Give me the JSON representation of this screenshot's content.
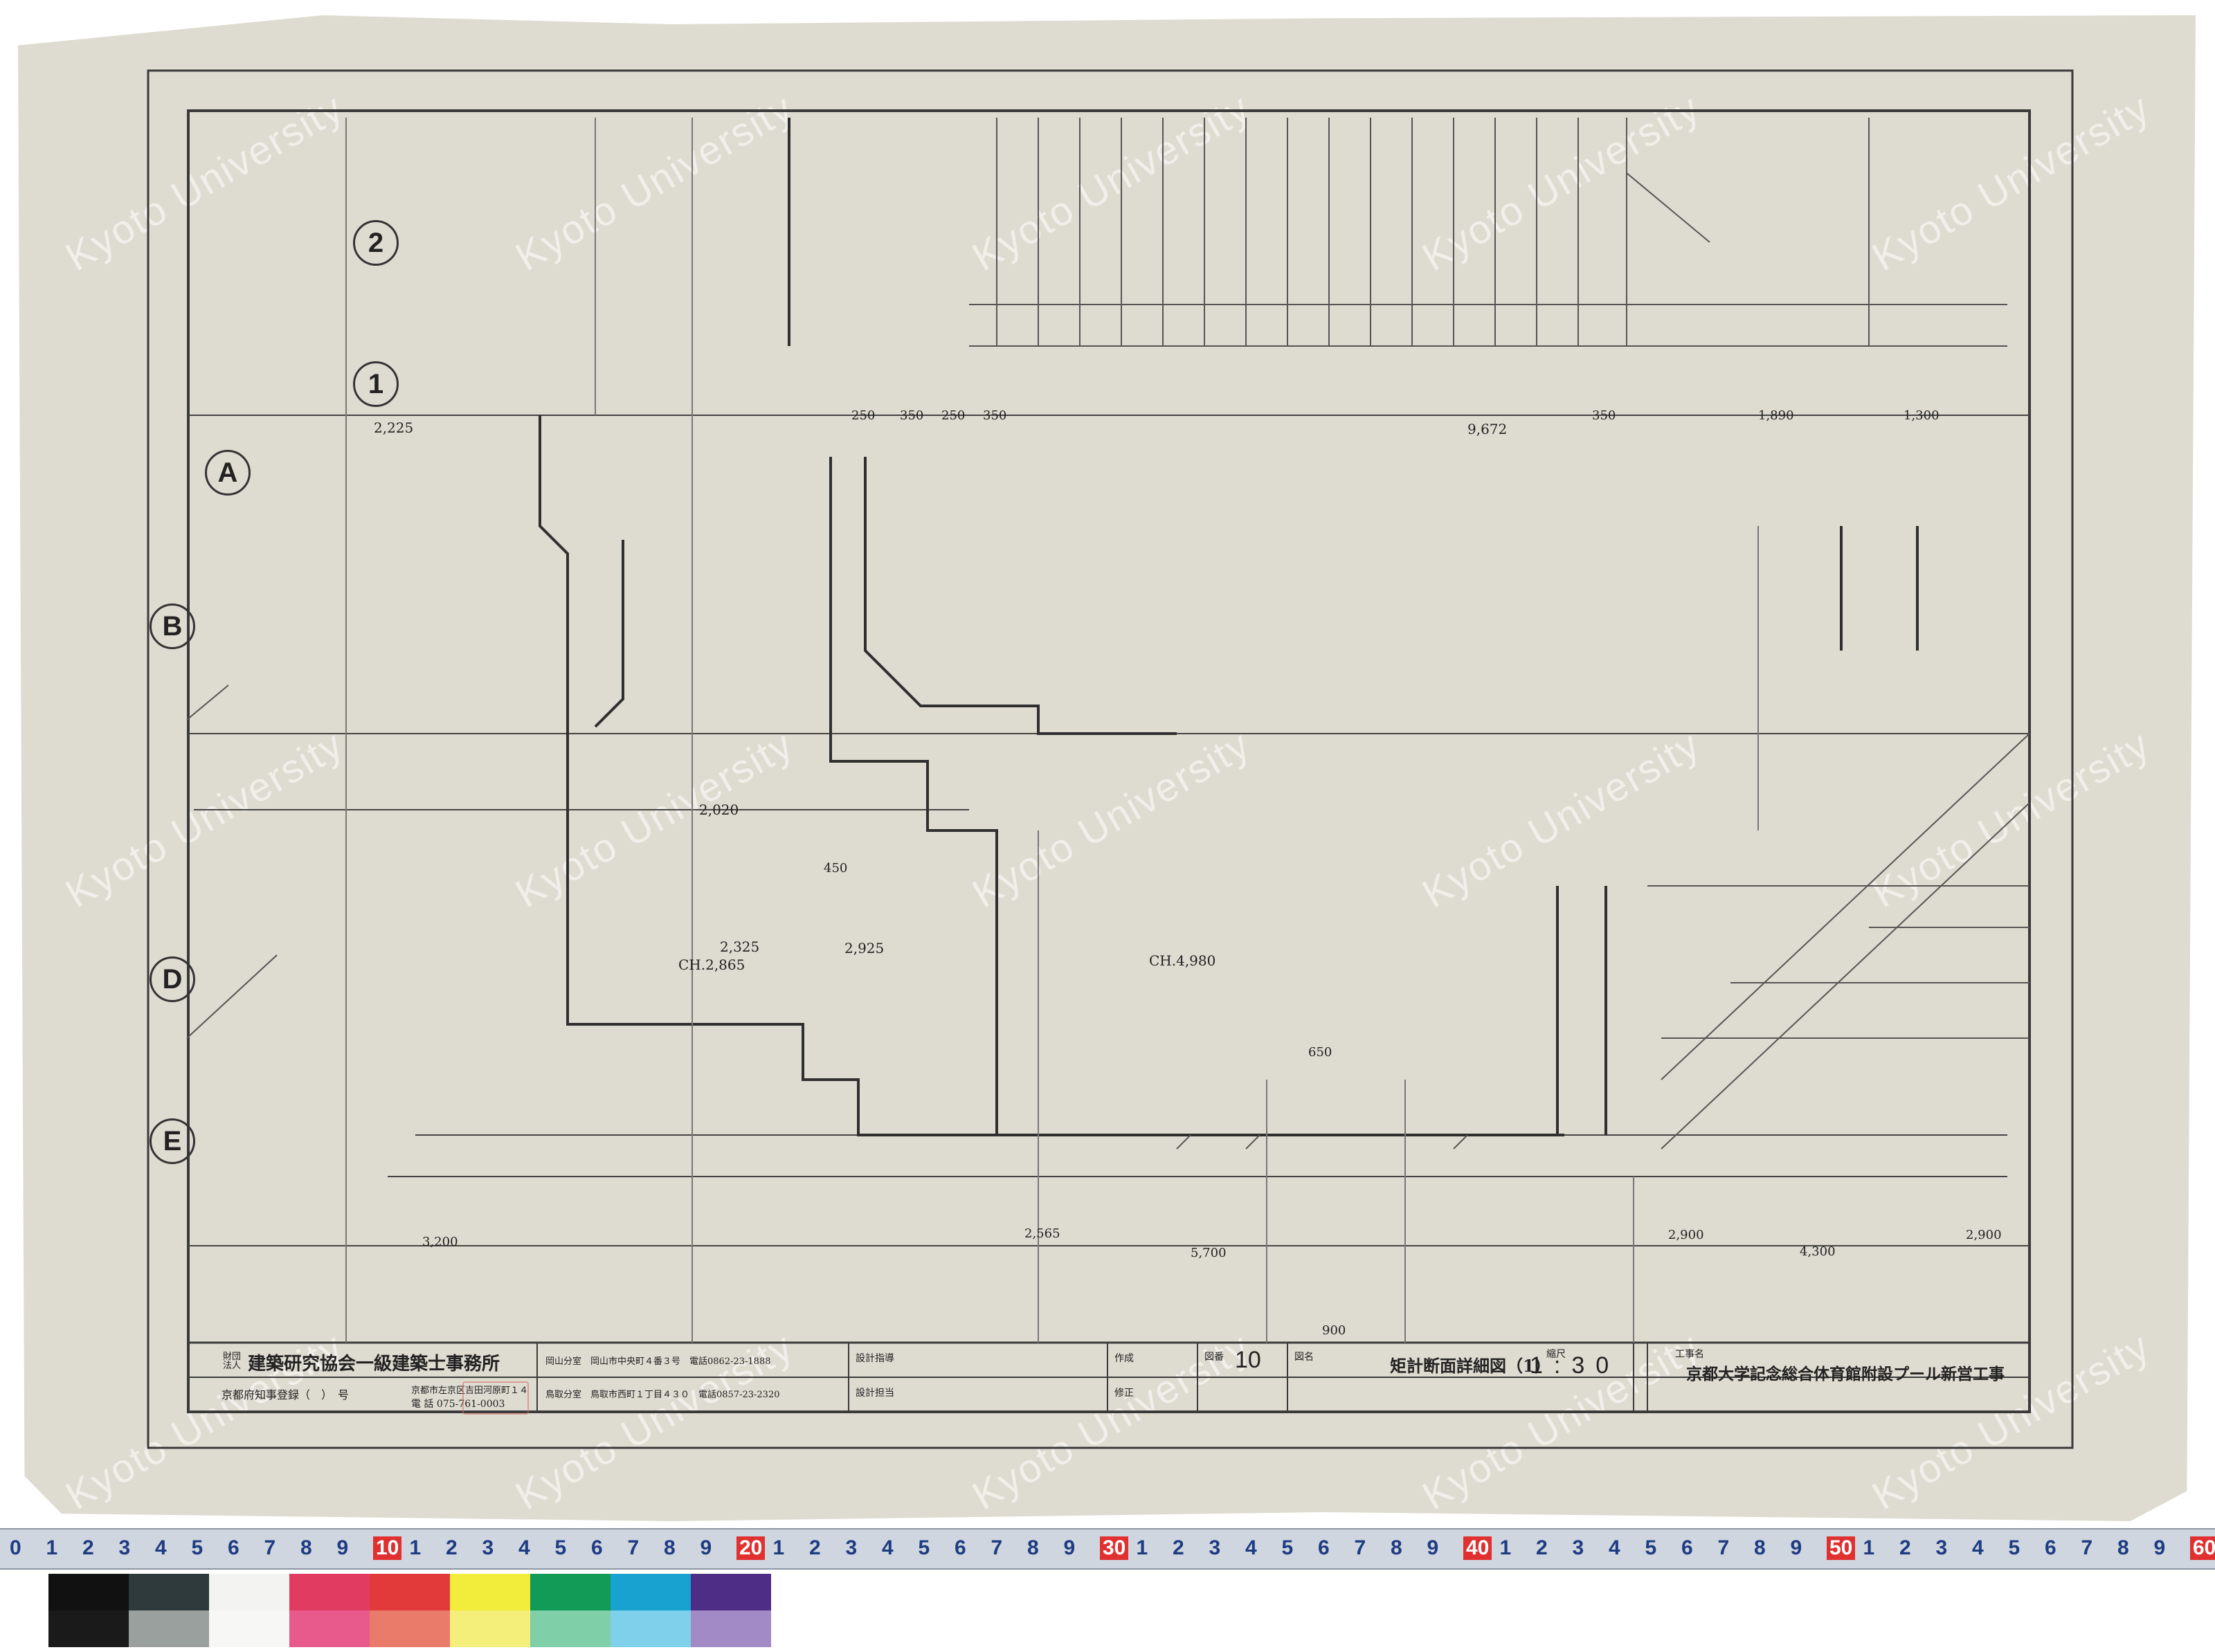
{
  "watermark": "Kyoto University",
  "grid_labels": [
    "2",
    "1",
    "A",
    "B",
    "D",
    "E"
  ],
  "title_block": {
    "org_prefix": "財団法人",
    "org_name": "建築研究協会一級建築士事務所",
    "registration": "京都府知事登録（　）　号",
    "address": "京都市左京区吉田河原町１４",
    "phone": "電 話 075-761-0003",
    "branch_okayama": "岡山分室　岡山市中央町４番３号　電話0862-23-1888",
    "branch_tottori": "鳥取分室　鳥取市西町１丁目４３０　電話0857-23-2320",
    "design_lead_label": "設計指導",
    "design_staff_label": "設計担当",
    "created_label": "作成",
    "revised_label": "修正",
    "sheet_no_label": "図番",
    "sheet_no": "10",
    "drawing_name_label": "図名",
    "drawing_name": "矩計断面詳細図（1）",
    "scale_label": "縮尺",
    "scale": "1:30",
    "project_label": "工事名",
    "project_name": "京都大学記念総合体育館附設プール新営工事"
  },
  "dimensions": {
    "top_row": [
      "250",
      "350",
      "250",
      "350",
      "9,672",
      "350",
      "1,890",
      "1,300"
    ],
    "mid": [
      "2,225",
      "2,020",
      "2,325",
      "2,925",
      "CH.2,865",
      "CH.4,980",
      "650",
      "900",
      "450"
    ],
    "bottom_row": [
      "3,200",
      "2,565",
      "5,700",
      "2,900",
      "4,300",
      "2,900"
    ]
  },
  "ruler": {
    "labels": [
      "0",
      "1",
      "2",
      "3",
      "4",
      "5",
      "6",
      "7",
      "8",
      "9",
      "10",
      "1",
      "2",
      "3",
      "4",
      "5",
      "6",
      "7",
      "8",
      "9",
      "20",
      "1",
      "2",
      "3",
      "4",
      "5",
      "6",
      "7",
      "8",
      "9",
      "30",
      "1",
      "2",
      "3",
      "4",
      "5",
      "6",
      "7",
      "8",
      "9",
      "40",
      "1",
      "2",
      "3",
      "4",
      "5",
      "6",
      "7",
      "8",
      "9",
      "50",
      "1",
      "2",
      "3",
      "4",
      "5",
      "6",
      "7",
      "8",
      "9",
      "60"
    ]
  },
  "swatches": [
    {
      "top": "#111111",
      "bottom": "#1a1a1a"
    },
    {
      "top": "#2e3a3c",
      "bottom": "#9aa09e"
    },
    {
      "top": "#f3f3f1",
      "bottom": "#f7f7f5"
    },
    {
      "top": "#e23b61",
      "bottom": "#e85a8c"
    },
    {
      "top": "#e23a3a",
      "bottom": "#ea7a6a"
    },
    {
      "top": "#f2ec3a",
      "bottom": "#f4ee7a"
    },
    {
      "top": "#129a57",
      "bottom": "#7fd0a8"
    },
    {
      "top": "#17a2cf",
      "bottom": "#7fd0ea"
    },
    {
      "top": "#4e2d86",
      "bottom": "#a18ac6"
    }
  ]
}
